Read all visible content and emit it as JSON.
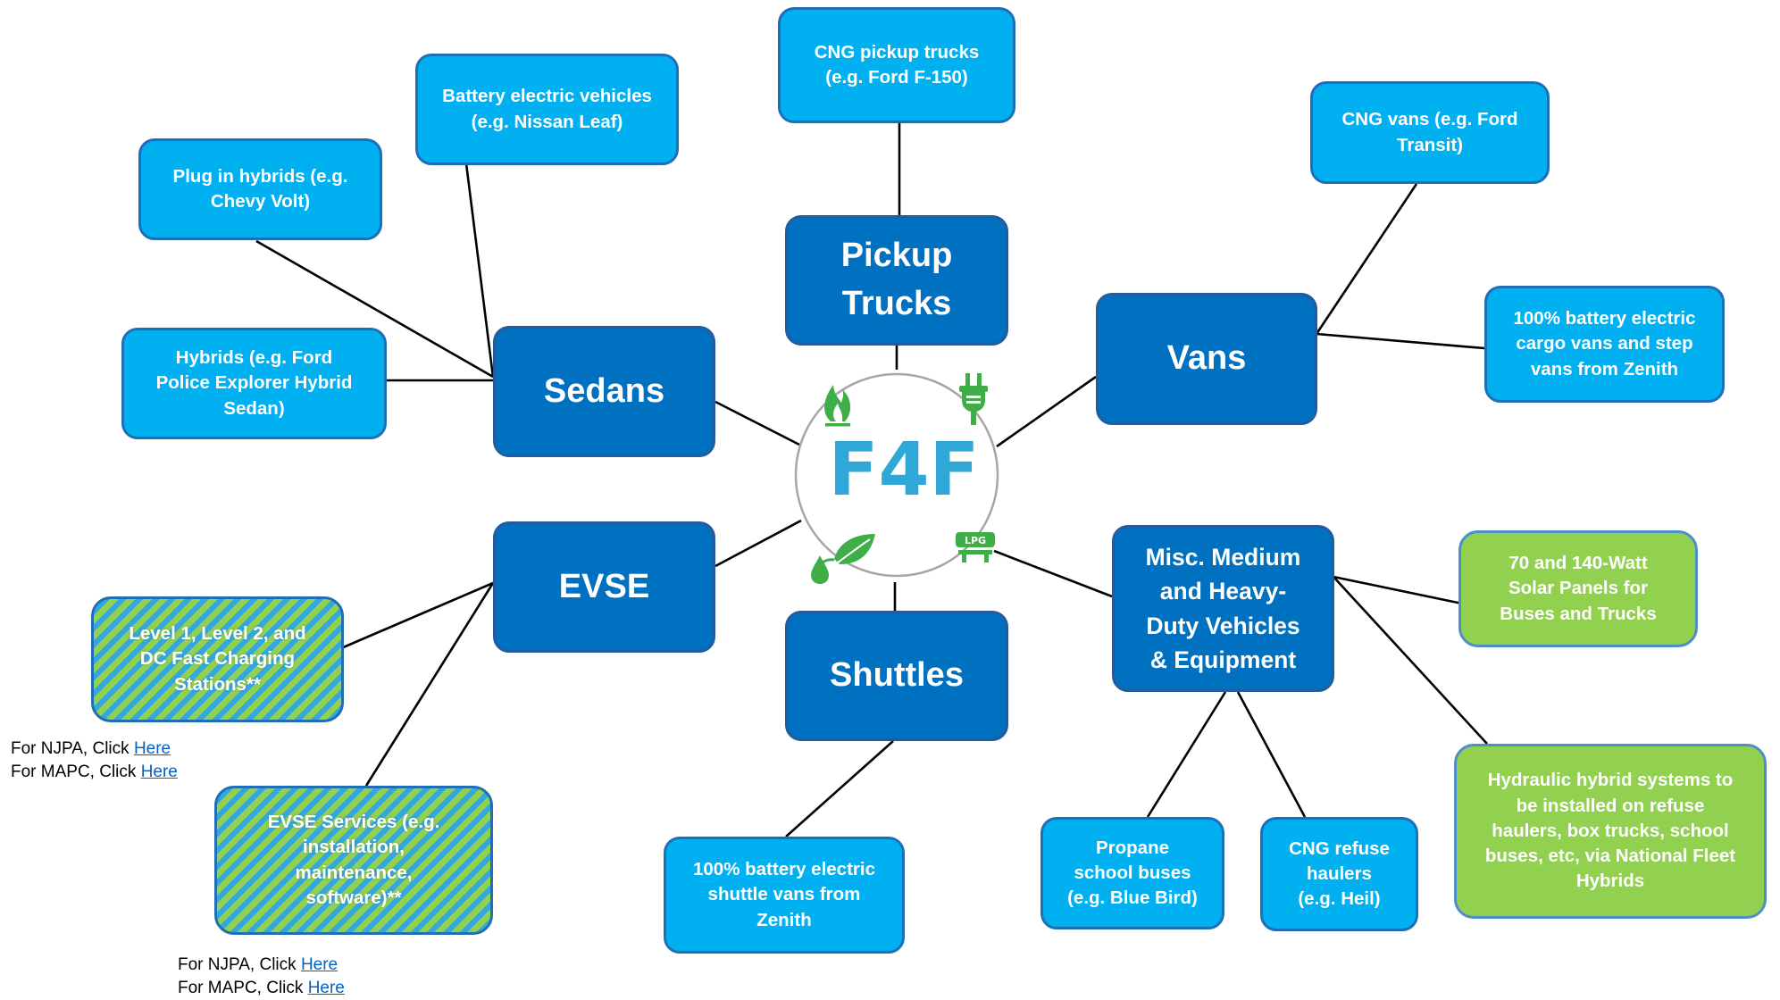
{
  "hub": {
    "title": "F4F",
    "icons": [
      "flame-icon",
      "plug-icon",
      "leaf-drop-icon",
      "lpg-tank-icon"
    ],
    "lpg_label": "LPG"
  },
  "categories": {
    "sedans": "Sedans",
    "pickup_trucks": "Pickup\nTrucks",
    "vans": "Vans",
    "evse": "EVSE",
    "shuttles": "Shuttles",
    "misc": "Misc. Medium\nand Heavy-\nDuty Vehicles\n& Equipment"
  },
  "leaves": {
    "plug_in_hybrids": "Plug in hybrids (e.g.\nChevy Volt)",
    "battery_electric_vehicles": "Battery electric vehicles\n(e.g. Nissan Leaf)",
    "hybrids": "Hybrids (e.g. Ford\nPolice Explorer Hybrid\nSedan)",
    "cng_pickup_trucks": "CNG pickup trucks\n(e.g. Ford F-150)",
    "cng_vans": "CNG vans (e.g. Ford\nTransit)",
    "battery_cargo_vans": "100% battery electric\ncargo vans and step\nvans from Zenith",
    "charging_stations": "Level 1, Level 2, and\nDC Fast Charging\nStations**",
    "evse_services": "EVSE Services (e.g.\ninstallation,\nmaintenance,\nsoftware)**",
    "battery_shuttle_vans": "100% battery electric\nshuttle vans from\nZenith",
    "propane_school_buses": "Propane\nschool buses\n(e.g. Blue Bird)",
    "cng_refuse_haulers": "CNG refuse\nhaulers\n(e.g. Heil)",
    "solar_panels": "70 and 140-Watt\nSolar Panels for\nBuses and Trucks",
    "hydraulic_hybrid": "Hydraulic hybrid systems to\nbe installed on refuse\nhaulers, box trucks, school\nbuses, etc, via National Fleet\nHybrids"
  },
  "links": {
    "charging": [
      {
        "prefix": "For NJPA, Click ",
        "link": "Here"
      },
      {
        "prefix": "For MAPC, Click ",
        "link": "Here"
      }
    ],
    "services": [
      {
        "prefix": "For NJPA, Click ",
        "link": "Here"
      },
      {
        "prefix": "For MAPC, Click ",
        "link": "Here"
      }
    ]
  },
  "colors": {
    "leaf_blue": "#00b0f0",
    "category_blue": "#0070c0",
    "green": "#92d050",
    "hub_text": "#2fa8d8",
    "icon_green": "#3fae49",
    "link": "#0563c1"
  }
}
